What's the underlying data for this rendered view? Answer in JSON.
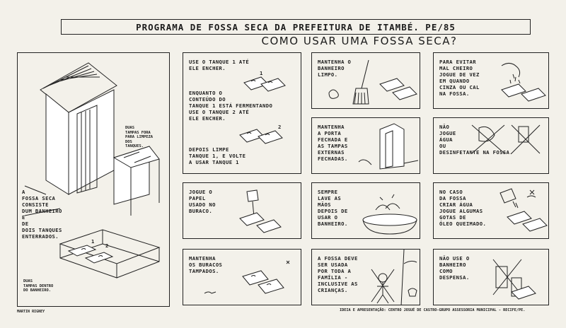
{
  "title": "PROGRAMA DE FOSSA SECA DA PREFEITURA DE ITAMBÉ. PE/85",
  "subtitle": "COMO USAR UMA FOSSA SECA?",
  "left": {
    "tampas_fora": "DUAS\nTAMPAS FORA\nPARA LIMPEZA\nDOS\nTANQUES.",
    "main_text": "A\nFOSSA SECA\nCONSISTE\nDUM BANHEIRO\nE\nDE\nDOIS TANQUES\nENTERRADOS.",
    "tampas_dentro": "DUAS\nTAMPAS DENTRO\nDO BANHEIRO.",
    "num1": "1",
    "num2": "2"
  },
  "panels": {
    "p1": {
      "text": "USE O TANQUE 1 ATÉ\nELE ENCHER.",
      "num": "1"
    },
    "p2": {
      "text": "ENQUANTO O\nCONTEÚDO DO\nTANQUE 1 ESTÁ FERMENTANDO\nUSE O TANQUE 2 ATÉ\nELE ENCHER.",
      "num": "2"
    },
    "p3": {
      "text": "DEPOIS LIMPE\nTANQUE 1, E VOLTE\nA USAR TANQUE 1"
    },
    "p4": {
      "text": "MANTENHA O\nBANHEIRO\nLIMPO."
    },
    "p5": {
      "text": "PARA EVITAR\nMAL CHEIRO\nJOGUE DE VEZ\nEM QUANDO\nCINZA OU CAL\nNA FOSSA."
    },
    "p6": {
      "text": "MANTENHA\nA PORTA\nFECHADA E\nAS TAMPAS\nEXTERNAS\nFECHADAS."
    },
    "p7": {
      "text": "NÃO\nJOGUE\nÁGUA\nOU\nDESINFETANTE NA FOSSA."
    },
    "p8": {
      "text": "JOGUE O\nPAPEL\nUSADO NO\nBURACO."
    },
    "p9": {
      "text": "SEMPRE\nLAVE AS\nMÃOS\nDEPOIS DE\nUSAR O\nBANHEIRO."
    },
    "p10": {
      "text": "NO CASO\nDA FOSSA\nCRIAR ÁGUA\nJOGUE ALGUMAS\nGOTAS DE\nÓLEO QUEIMADO."
    },
    "p11": {
      "text": "MANTENHA\nOS BURACOS\nTAMPADOS."
    },
    "p12": {
      "text": "A FOSSA DEVE\nSER USADA\nPOR TODA A\nFAMÍLIA -\nINCLUSIVE AS\nCRIANÇAS."
    },
    "p13": {
      "text": "NÃO USE O\nBANHEIRO\nCOMO\nDESPENSA."
    }
  },
  "footer": {
    "signature": "MARTIN RIGNEY",
    "credit": "IDEIA E APRESENTAÇÃO: CENTRO JOSUÉ DE CASTRO-GRUPO ASSESSORIA MUNICIPAL - RECIFE/PE."
  }
}
